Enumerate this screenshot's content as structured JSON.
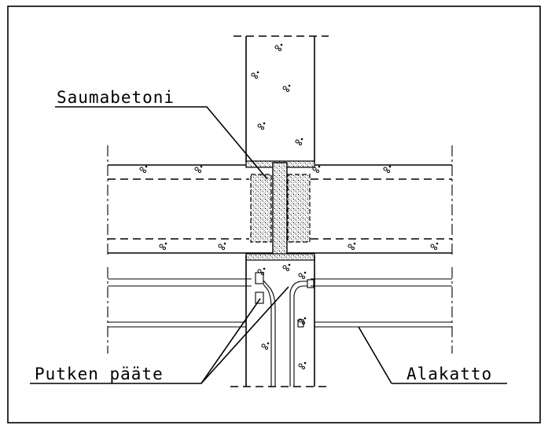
{
  "labels": {
    "grout": "Saumabetoni",
    "pipe_end": "Putken pääte",
    "ceiling": "Alakatto"
  },
  "colors": {
    "line": "#000000",
    "background": "#ffffff",
    "grout_fill": "#d9d9d9"
  }
}
